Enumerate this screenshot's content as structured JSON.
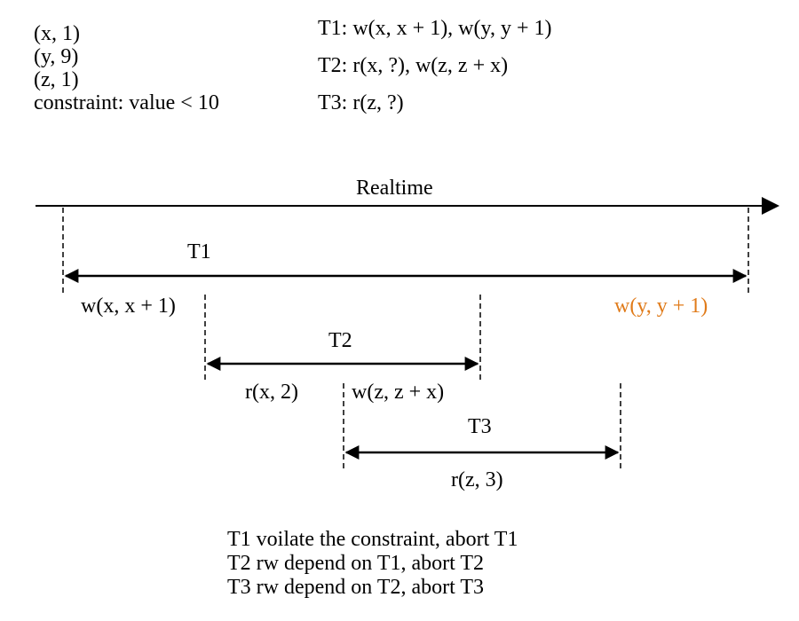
{
  "initial_state": {
    "items": [
      "(x, 1)",
      "(y, 9)",
      "(z, 1)"
    ],
    "constraint": "constraint: value < 10"
  },
  "transactions": [
    "T1: w(x, x + 1), w(y, y + 1)",
    "T2: r(x, ?), w(z, z + x)",
    "T3: r(z, ?)"
  ],
  "timeline": {
    "label": "Realtime"
  },
  "intervals": {
    "t1": {
      "label": "T1",
      "op_left": "w(x, x + 1)",
      "op_right": "w(y, y + 1)"
    },
    "t2": {
      "label": "T2",
      "op_left": "r(x, 2)",
      "op_right": "w(z, z + x)"
    },
    "t3": {
      "label": "T3",
      "op_below": "r(z, 3)"
    }
  },
  "conclusions": [
    "T1 voilate the constraint, abort T1",
    "T2 rw depend on T1, abort T2",
    "T3 rw depend on T2, abort T3"
  ],
  "colors": {
    "line": "#000000",
    "highlight": "#E07B1A"
  }
}
